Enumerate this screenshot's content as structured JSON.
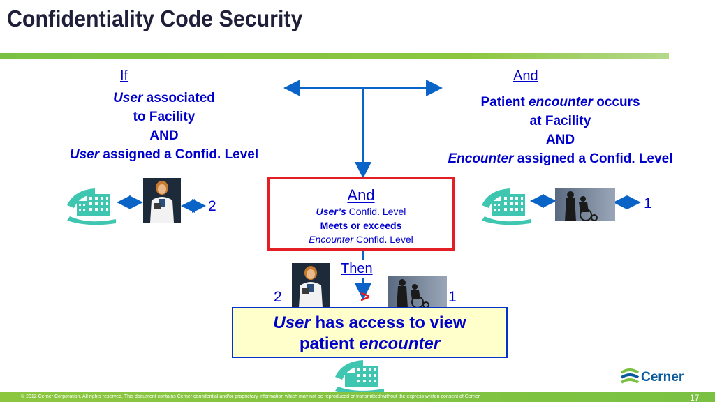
{
  "title": "Confidentiality Code Security",
  "left_condition": {
    "heading": "If",
    "line1_italic": "User",
    "line1_rest": " associated",
    "line2": "to Facility",
    "line3": "AND",
    "line4_italic": "User",
    "line4_rest": " assigned a Confid. Level",
    "level_number": "2"
  },
  "right_condition": {
    "heading": "And",
    "line1_start": "Patient ",
    "line1_italic": "encounter",
    "line1_rest": " occurs",
    "line2": "at Facility",
    "line3": "AND",
    "line4_italic": "Encounter",
    "line4_rest": " assigned a Confid. Level",
    "level_number": "1"
  },
  "center_box": {
    "heading": "And",
    "line1_italic": "User’s",
    "line1_rest": " Confid. Level",
    "line2": "Meets or exceeds",
    "line3_italic": "Encounter",
    "line3_rest": " Confid. Level"
  },
  "then_section": {
    "label": "Then",
    "user_level": "2",
    "operator": ">",
    "encounter_level": "1"
  },
  "result": {
    "line1_italic": "User",
    "line1_rest": " has access to view",
    "line2_start": "patient ",
    "line2_italic": "encounter"
  },
  "footer": {
    "copyright": "© 2012 Cerner Corporation. All rights reserved. This document contains Cerner confidential and/or proprietary information which may not be reproduced or transmitted without the express written consent of Cerner.",
    "page_number": "17",
    "brand": "Cerner"
  },
  "colors": {
    "text_blue": "#0000cc",
    "accent_green": "#7ac143",
    "box_red": "#e31e24",
    "result_fill": "#ffffcc",
    "icon_teal": "#3fc6b0"
  }
}
